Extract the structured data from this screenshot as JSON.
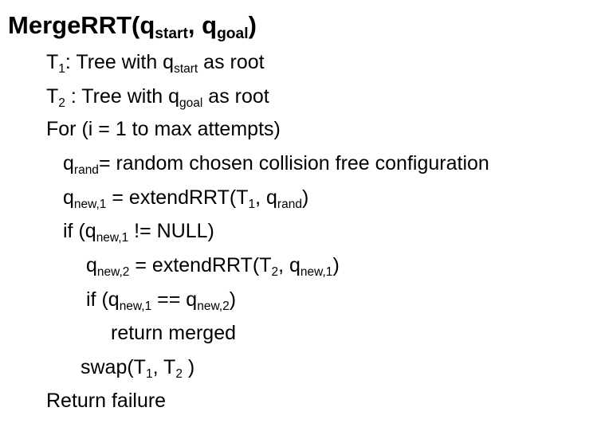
{
  "title": {
    "name": "MergeRRT(q",
    "sub1": "start",
    "sep": ", q",
    "sub2": "goal",
    "close": ")"
  },
  "lines": {
    "l1": {
      "a": "T",
      "s1": "1",
      "b": ": Tree with q",
      "s2": "start",
      "c": " as root"
    },
    "l2": {
      "a": "T",
      "s1": "2",
      "b": " : Tree with q",
      "s2": "goal",
      "c": " as root"
    },
    "l3": {
      "a": "For (i = 1 to max attempts)"
    },
    "l4": {
      "a": "q",
      "s1": "rand",
      "b": "= random chosen collision free configuration"
    },
    "l5": {
      "a": "q",
      "s1": "new,1",
      "b": " = extendRRT(T",
      "s2": "1",
      "c": ", q",
      "s3": "rand",
      "d": ")"
    },
    "l6": {
      "a": "if (q",
      "s1": "new,1",
      "b": " != NULL)"
    },
    "l7": {
      "a": "q",
      "s1": "new,2",
      "b": " = extendRRT(T",
      "s2": "2",
      "c": ", q",
      "s3": "new,1",
      "d": ")"
    },
    "l8": {
      "a": "if (q",
      "s1": "new,1",
      "b": " == q",
      "s2": "new,2",
      "c": ")"
    },
    "l9": {
      "a": "return merged"
    },
    "l10": {
      "a": "swap(T",
      "s1": "1",
      "b": ", T",
      "s2": "2",
      "c": " )"
    },
    "l11": {
      "a": "Return failure"
    }
  }
}
